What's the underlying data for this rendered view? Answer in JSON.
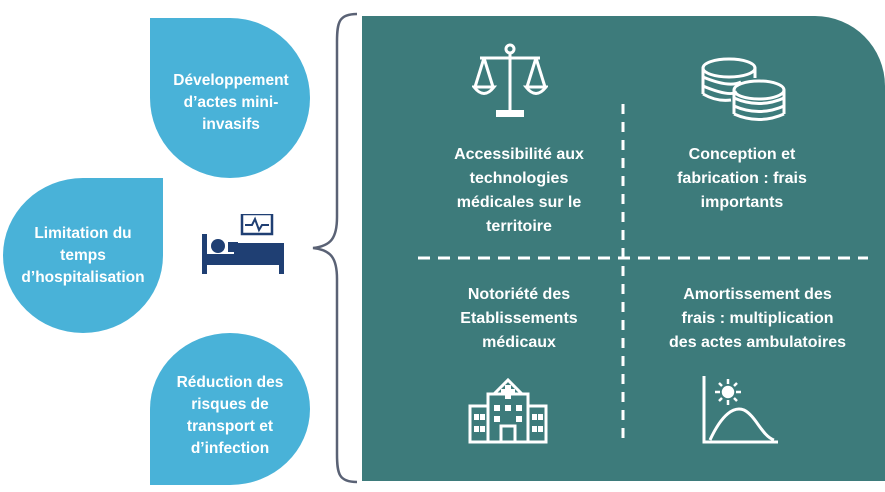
{
  "drops": [
    {
      "lines": [
        "Développement",
        "d’actes mini-",
        "invasifs"
      ]
    },
    {
      "lines": [
        "Limitation du",
        "temps",
        "d’hospitalisation"
      ]
    },
    {
      "lines": [
        "Réduction des",
        "risques de",
        "transport et",
        "d’infection"
      ]
    }
  ],
  "quadrants": [
    {
      "text": "Accessibilité aux\ntechnologies\nmédicales  sur le\nterritoire",
      "icon": "scales-icon"
    },
    {
      "text": "Conception et\nfabrication : frais\nimportants",
      "icon": "coins-icon"
    },
    {
      "text": "Notoriété des\nEtablissements\nmédicaux",
      "icon": "hospital-icon"
    },
    {
      "text": "Amortissement des\nfrais : multiplication\ndes actes ambulatoires",
      "icon": "graph-icon"
    }
  ],
  "colors": {
    "drop": "#49b2d8",
    "panel": "#3d7b7b",
    "bed_icon": "#1f3f73",
    "text_light": "#ffffff"
  },
  "center_icon": "hospital-bed-icon"
}
